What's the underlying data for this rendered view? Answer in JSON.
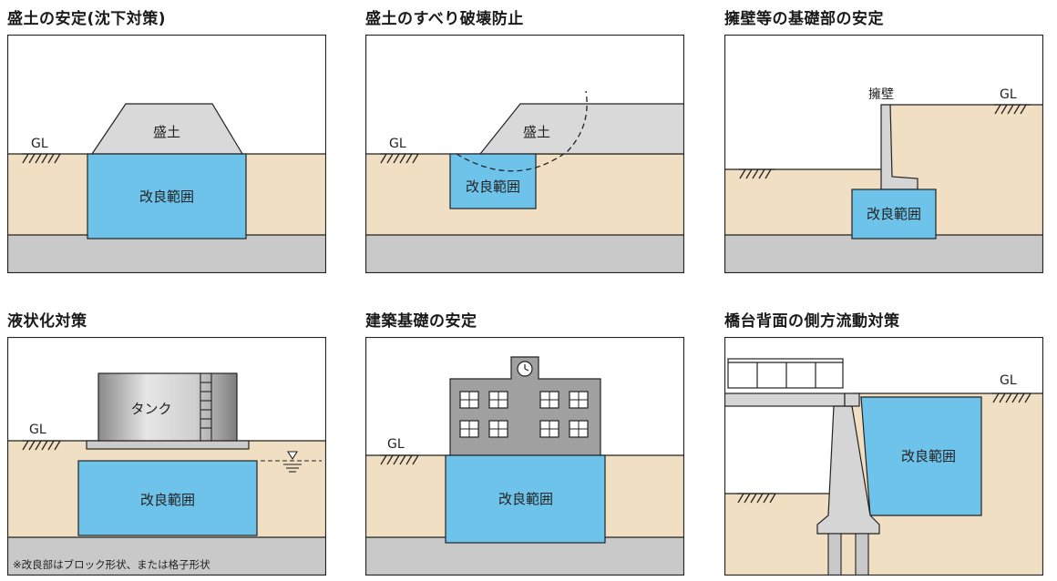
{
  "colors": {
    "sky": "#ffffff",
    "soil": "#f1dfc3",
    "bedrock": "#c9c9c9",
    "improved": "#6ec3ea",
    "embankment": "#d9d9d9",
    "structure": "#bdbdbd",
    "outline": "#222222",
    "wall": "#d5d5d5"
  },
  "panels": [
    {
      "title": "盛土の安定(沈下対策)",
      "labels": {
        "gl": "GL",
        "embankment": "盛土",
        "improved": "改良範囲"
      }
    },
    {
      "title": "盛土のすべり破壊防止",
      "labels": {
        "gl": "GL",
        "embankment": "盛土",
        "improved": "改良範囲"
      }
    },
    {
      "title": "擁壁等の基礎部の安定",
      "labels": {
        "gl": "GL",
        "wall": "擁壁",
        "improved": "改良範囲"
      }
    },
    {
      "title": "液状化対策",
      "labels": {
        "gl": "GL",
        "tank": "タンク",
        "improved": "改良範囲",
        "note": "※改良部はブロック形状、または格子形状"
      }
    },
    {
      "title": "建築基礎の安定",
      "labels": {
        "gl": "GL",
        "improved": "改良範囲"
      }
    },
    {
      "title": "橋台背面の側方流動対策",
      "labels": {
        "gl": "GL",
        "improved": "改良範囲"
      }
    }
  ]
}
